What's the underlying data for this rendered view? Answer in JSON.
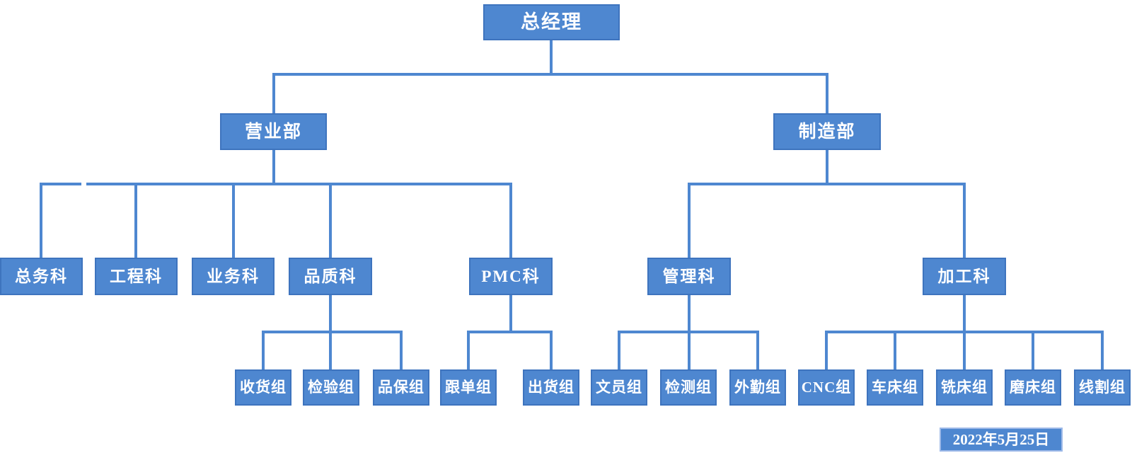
{
  "colors": {
    "fill": "#4E87D0",
    "border": "#3E74BE",
    "line": "#4E87D0",
    "text": "#FFFFFF",
    "date_border": "#9DB9E8"
  },
  "nodes": {
    "gm": {
      "label": "总经理"
    },
    "sales": {
      "label": "营业部"
    },
    "mfg": {
      "label": "制造部"
    },
    "zongwu": {
      "label": "总务科"
    },
    "gongcheng": {
      "label": "工程科"
    },
    "yewu": {
      "label": "业务科"
    },
    "pinzhi": {
      "label": "品质科"
    },
    "pmc": {
      "label": "PMC科"
    },
    "guanli": {
      "label": "管理科"
    },
    "jiagong": {
      "label": "加工科"
    },
    "shouhuo": {
      "label": "收货组"
    },
    "jianyan": {
      "label": "检验组"
    },
    "pinbao": {
      "label": "品保组"
    },
    "gendan": {
      "label": "跟单组"
    },
    "chuhuo": {
      "label": "出货组"
    },
    "wenyuan": {
      "label": "文员组"
    },
    "jiance": {
      "label": "检测组"
    },
    "waiqin": {
      "label": "外勤组"
    },
    "cnc": {
      "label": "CNC组"
    },
    "chechuang": {
      "label": "车床组"
    },
    "xichuang": {
      "label": "铣床组"
    },
    "mochuang": {
      "label": "磨床组"
    },
    "xiange": {
      "label": "线割组"
    },
    "date": {
      "label": "2022年5月25日"
    }
  },
  "tree": {
    "label": "总经理",
    "children": [
      {
        "label": "营业部",
        "children": [
          {
            "label": "总务科"
          },
          {
            "label": "工程科"
          },
          {
            "label": "业务科"
          },
          {
            "label": "品质科",
            "children": [
              {
                "label": "收货组"
              },
              {
                "label": "检验组"
              },
              {
                "label": "品保组"
              }
            ]
          },
          {
            "label": "PMC科",
            "children": [
              {
                "label": "跟单组"
              },
              {
                "label": "出货组"
              }
            ]
          }
        ]
      },
      {
        "label": "制造部",
        "children": [
          {
            "label": "管理科",
            "children": [
              {
                "label": "文员组"
              },
              {
                "label": "检测组"
              },
              {
                "label": "外勤组"
              }
            ]
          },
          {
            "label": "加工科",
            "children": [
              {
                "label": "CNC组"
              },
              {
                "label": "车床组"
              },
              {
                "label": "铣床组"
              },
              {
                "label": "磨床组"
              },
              {
                "label": "线割组"
              }
            ]
          }
        ]
      }
    ]
  }
}
